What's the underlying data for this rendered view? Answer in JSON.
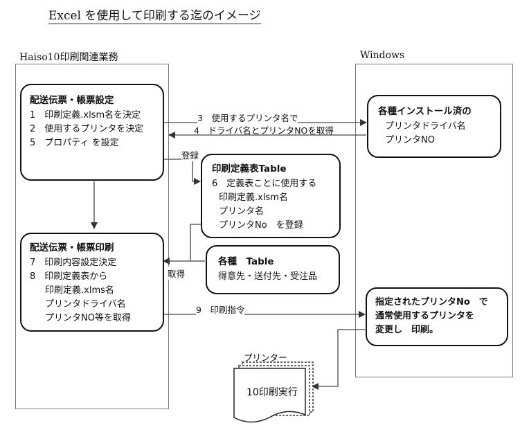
{
  "title": "Excel を使用して印刷する迄のイメージ",
  "panels": {
    "left_label": "Haiso10印刷関連業務",
    "right_label": "Windows"
  },
  "boxes": {
    "settings": {
      "header": "配送伝票・帳票設定",
      "lines": [
        "1　印刷定義.xlsm名を決定",
        "2　使用するプリンタを決定",
        "5　プロパティ を設定"
      ]
    },
    "installed": {
      "header": "各種インストール済の",
      "lines": [
        "プリンタドライバ名",
        "プリンタNO"
      ]
    },
    "definition_table": {
      "header": "印刷定義表Table",
      "lines": [
        "6　定義表ことに使用する",
        "印刷定義.xlsm名",
        "プリンタ名",
        "プリンタNo　を登録"
      ]
    },
    "misc_table": {
      "header": "各種　Table",
      "lines": [
        "得意先・送付先・受注品"
      ]
    },
    "print": {
      "header": "配送伝票・帳票印刷",
      "lines": [
        "7　印刷内容設定決定",
        "8　印刷定義表から",
        "印刷定義.xlms名",
        "プリンタドライバ名",
        "プリンタNO等を取得"
      ]
    },
    "windows_print": {
      "lines": [
        "指定されたプリンタNo　で",
        "通常使用するプリンタを",
        "変更し　印刷。"
      ]
    }
  },
  "arrow_labels": {
    "a3": "3　使用するプリンタ名で",
    "a4": "4　ドライバ名とプリンタNOを取得",
    "register": "登録",
    "fetch": "取得",
    "a9": "9　印刷指令"
  },
  "printer": {
    "label": "プリンター",
    "doc_text": "10印刷実行"
  }
}
